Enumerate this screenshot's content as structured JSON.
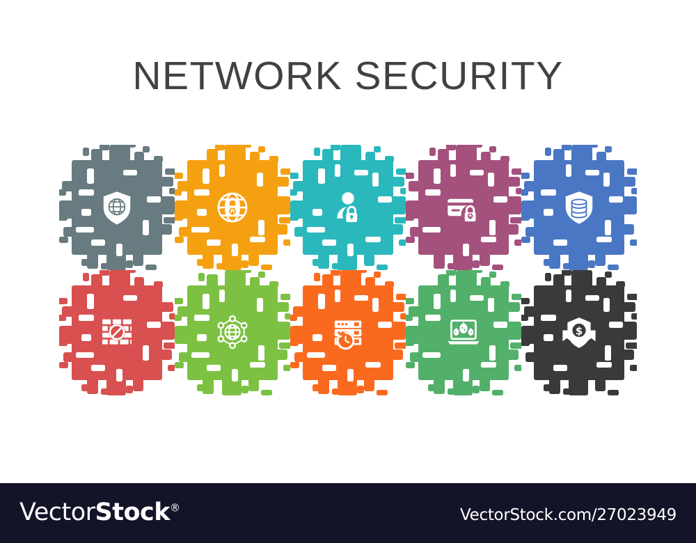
{
  "page": {
    "title": "NETWORK SECURITY",
    "title_color": "#414141",
    "background": "#ffffff"
  },
  "tiles": [
    {
      "index": 1,
      "row": 0,
      "col": 0,
      "color": "#677b80",
      "icon": "shield-globe-icon",
      "icon_color": "#ffffff"
    },
    {
      "index": 2,
      "row": 0,
      "col": 1,
      "color": "#f5a011",
      "icon": "globe-padlock-icon",
      "icon_color": "#ffffff"
    },
    {
      "index": 3,
      "row": 0,
      "col": 2,
      "color": "#2ab8bd",
      "icon": "user-padlock-icon",
      "icon_color": "#ffffff"
    },
    {
      "index": 4,
      "row": 0,
      "col": 3,
      "color": "#a4517e",
      "icon": "credit-card-padlock-icon",
      "icon_color": "#ffffff"
    },
    {
      "index": 5,
      "row": 0,
      "col": 4,
      "color": "#4a77c4",
      "icon": "shield-database-icon",
      "icon_color": "#ffffff"
    },
    {
      "index": 6,
      "row": 1,
      "col": 0,
      "color": "#d8504f",
      "icon": "firewall-blocked-icon",
      "icon_color": "#ffffff"
    },
    {
      "index": 7,
      "row": 1,
      "col": 1,
      "color": "#7dc143",
      "icon": "globe-network-nodes-icon",
      "icon_color": "#ffffff"
    },
    {
      "index": 8,
      "row": 1,
      "col": 2,
      "color": "#fa6a1e",
      "icon": "server-backup-clock-icon",
      "icon_color": "#ffffff"
    },
    {
      "index": 9,
      "row": 1,
      "col": 3,
      "color": "#52b06a",
      "icon": "laptop-malware-bombs-icon",
      "icon_color": "#ffffff"
    },
    {
      "index": 10,
      "row": 1,
      "col": 4,
      "color": "#3a3a3a",
      "icon": "shield-dollar-ribbon-icon",
      "icon_color": "#ffffff"
    }
  ],
  "footer": {
    "logo_light": "Vector",
    "logo_bold": "Stock",
    "logo_registered": "®",
    "url": "VectorStock.com/27023949",
    "background": "#141428",
    "text_color": "#ffffff"
  }
}
